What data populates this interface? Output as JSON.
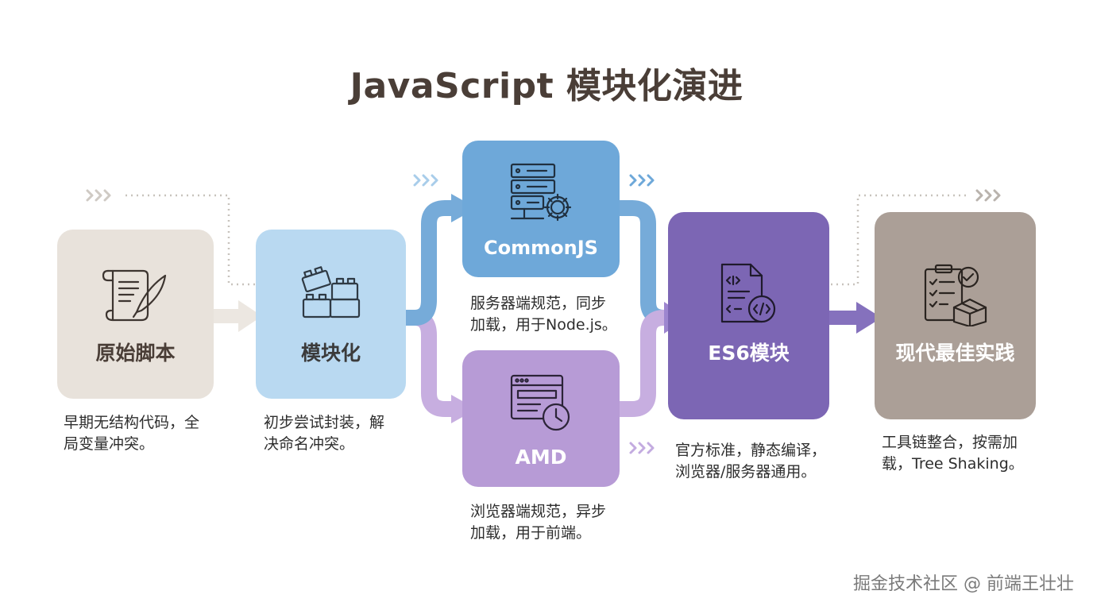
{
  "title": "JavaScript 模块化演进",
  "nodes": {
    "raw": {
      "label": "原始脚本",
      "icon": "scroll-quill-icon",
      "color": "#e8e2db",
      "text_color": "#4a3e37",
      "desc": [
        "早期无结构代码，全",
        "局变量冲突。"
      ]
    },
    "modular": {
      "label": "模块化",
      "icon": "building-blocks-icon",
      "color": "#b9d9f1",
      "text_color": "#3b3b3b",
      "desc": [
        "初步尝试封装，解",
        "决命名冲突。"
      ]
    },
    "commonjs": {
      "label": "CommonJS",
      "icon": "server-gear-icon",
      "color": "#6ea8d9",
      "text_color": "#ffffff",
      "desc": [
        "服务器端规范，同步",
        "加载，用于Node.js。"
      ]
    },
    "amd": {
      "label": "AMD",
      "icon": "browser-clock-icon",
      "color": "#b79bd6",
      "text_color": "#ffffff",
      "desc": [
        "浏览器端规范，异步",
        "加载，用于前端。"
      ]
    },
    "es6": {
      "label": "ES6模块",
      "icon": "code-file-icon",
      "color": "#7c66b4",
      "text_color": "#ffffff",
      "desc": [
        "官方标准，静态编译，",
        "浏览器/服务器通用。"
      ]
    },
    "best": {
      "label": "现代最佳实践",
      "icon": "checklist-box-icon",
      "color": "#ab9f97",
      "text_color": "#ffffff",
      "desc": [
        "工具链整合，按需加",
        "载，Tree Shaking。"
      ]
    }
  },
  "watermark": "掘金技术社区 @ 前端王壮壮"
}
